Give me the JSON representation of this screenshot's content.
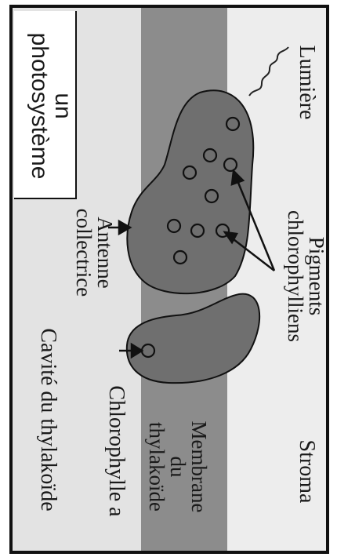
{
  "diagram": {
    "title_lines": [
      "un",
      "photosystème"
    ],
    "labels": {
      "light": "Lumière",
      "pigments_lines": [
        "Pigments",
        "chlorophylliens"
      ],
      "stroma": "Stroma",
      "antenna_lines": [
        "Antenne",
        "collectrice"
      ],
      "chlorophyll_a": "Chlorophylle a",
      "membrane_lines": [
        "Membrane",
        "du",
        "thylakoïde"
      ],
      "cavity": "Cavité du thylakoïde"
    }
  },
  "colors": {
    "membrane_band": "#8c8c8c",
    "cavity_bg": "#e3e3e3",
    "stroma_bg": "#ededed",
    "antenna_fill": "#6f6f6f",
    "outline": "#111111"
  }
}
